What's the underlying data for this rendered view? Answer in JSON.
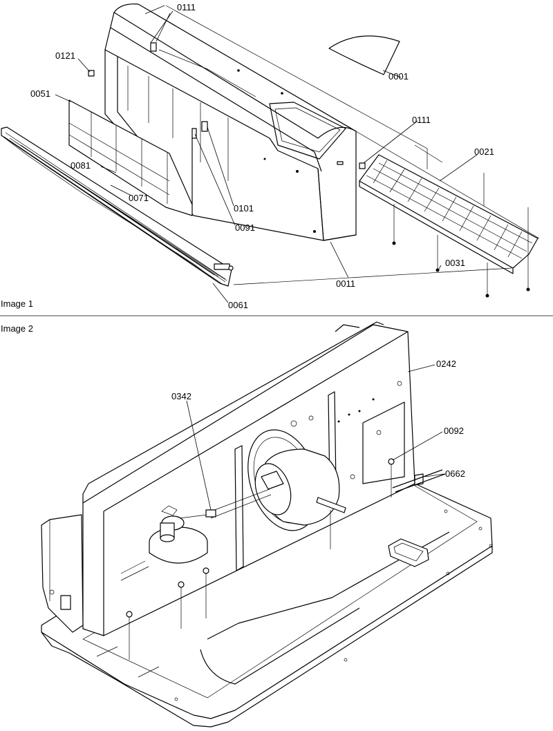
{
  "images": [
    {
      "title": "Image 1",
      "callouts": [
        "0111",
        "0121",
        "0001",
        "0051",
        "0111",
        "0021",
        "0081",
        "0071",
        "0101",
        "0091",
        "0031",
        "0011",
        "0061"
      ]
    },
    {
      "title": "Image 2",
      "callouts": [
        "0242",
        "0342",
        "0092",
        "0662"
      ]
    }
  ]
}
